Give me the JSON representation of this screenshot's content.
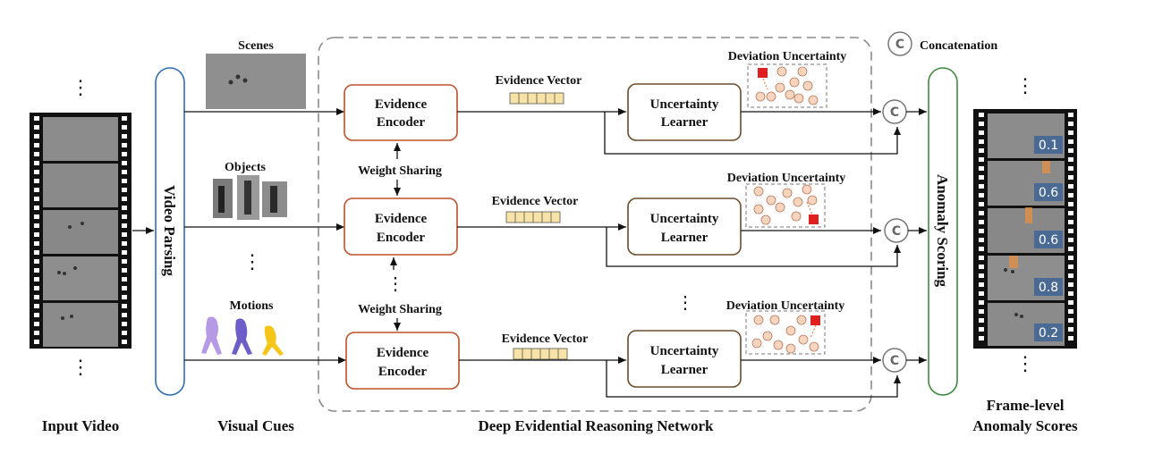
{
  "labels": {
    "input_video": "Input Video",
    "visual_cues": "Visual Cues",
    "network": "Deep Evidential Reasoning Network",
    "frame_level_1": "Frame-level",
    "frame_level_2": "Anomaly Scores",
    "video_parsing": "Video Parsing",
    "anomaly_scoring": "Anomaly Scoring",
    "concatenation": "Concatenation",
    "concat_symbol": "C"
  },
  "cues": {
    "scenes": "Scenes",
    "objects": "Objects",
    "motions": "Motions"
  },
  "branches": [
    {
      "encoder_line1": "Evidence",
      "encoder_line2": "Encoder",
      "vector_label": "Evidence Vector",
      "learner_line1": "Uncertainty",
      "learner_line2": "Learner",
      "deviation_label": "Deviation Uncertainty"
    },
    {
      "encoder_line1": "Evidence",
      "encoder_line2": "Encoder",
      "vector_label": "Evidence Vector",
      "learner_line1": "Uncertainty",
      "learner_line2": "Learner",
      "deviation_label": "Deviation Uncertainty"
    },
    {
      "encoder_line1": "Evidence",
      "encoder_line2": "Encoder",
      "vector_label": "Evidence Vector",
      "learner_line1": "Uncertainty",
      "learner_line2": "Learner",
      "deviation_label": "Deviation Uncertainty"
    }
  ],
  "weight_sharing": [
    "Weight Sharing",
    "Weight Sharing"
  ],
  "scores": [
    "0.1",
    "0.6",
    "0.6",
    "0.8",
    "0.2"
  ],
  "colors": {
    "encoder_border": "#c0502a",
    "learner_border": "#6b4a2a",
    "parsing_border": "#2e6db4",
    "scoring_border": "#3e8a3e",
    "vector_fill": "#f7e3a6",
    "dot_fill": "#f6d4be",
    "anomaly_fill": "#e02020",
    "score_bg": "#4a6a94"
  }
}
